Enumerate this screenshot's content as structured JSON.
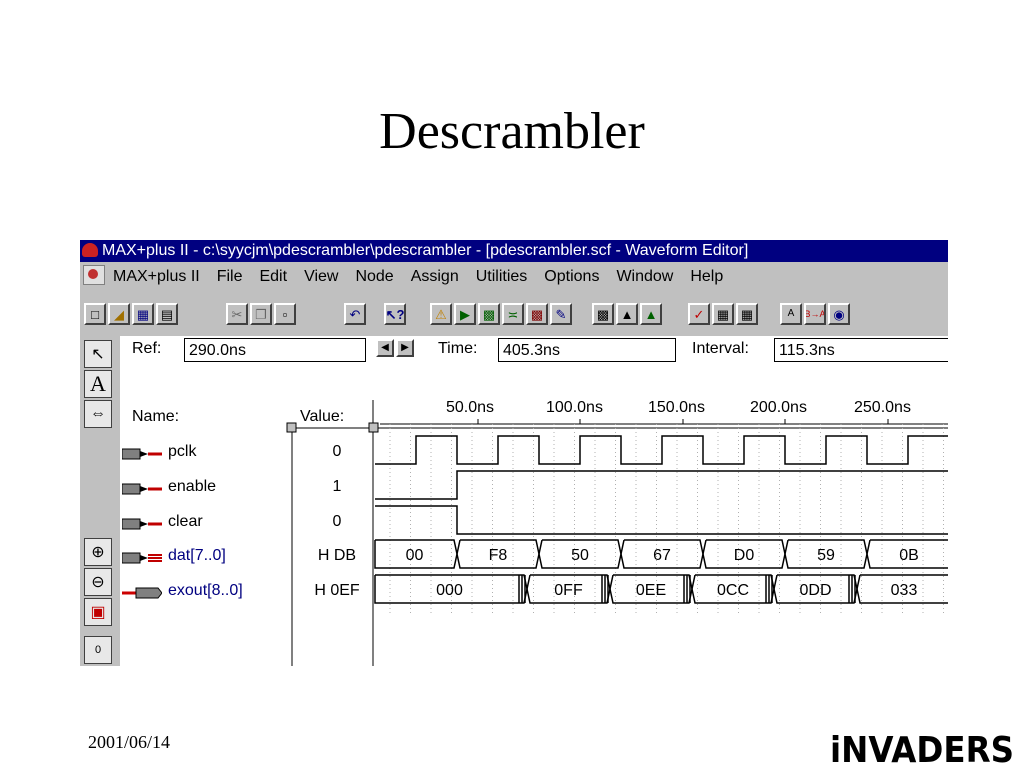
{
  "slide": {
    "title": "Descrambler",
    "date": "2001/06/14",
    "logo_text": "iNVADERS"
  },
  "window": {
    "title": "MAX+plus II - c:\\syycjm\\pdescrambler\\pdescrambler - [pdescrambler.scf - Waveform Editor]",
    "menu": [
      "MAX+plus II",
      "File",
      "Edit",
      "View",
      "Node",
      "Assign",
      "Utilities",
      "Options",
      "Window",
      "Help"
    ],
    "toolbar": [
      "new",
      "open",
      "save",
      "print",
      "cut",
      "copy",
      "paste",
      "undo",
      "context-help",
      "compile",
      "timing",
      "simulate",
      "waveform",
      "floorplan",
      "delay",
      "hierarchy-up",
      "project-save",
      "save-check",
      "save-compile",
      "save-simulate",
      "program",
      "bit-stream",
      "assign-a",
      "assign-ba",
      "probe"
    ]
  },
  "editor": {
    "ref_label": "Ref:",
    "ref_value": "290.0ns",
    "time_label": "Time:",
    "time_value": "405.3ns",
    "interval_label": "Interval:",
    "interval_value": "115.3ns",
    "name_header": "Name:",
    "value_header": "Value:",
    "time_ticks": [
      "50.0ns",
      "100.0ns",
      "150.0ns",
      "200.0ns",
      "250.0ns"
    ]
  },
  "signals": [
    {
      "name": "pclk",
      "value": "0",
      "type": "input"
    },
    {
      "name": "enable",
      "value": "1",
      "type": "input"
    },
    {
      "name": "clear",
      "value": "0",
      "type": "input"
    },
    {
      "name": "dat[7..0]",
      "value": "H DB",
      "type": "bus-input"
    },
    {
      "name": "exout[8..0]",
      "value": "H 0EF",
      "type": "bus-output"
    }
  ],
  "bus_values": {
    "dat": [
      "00",
      "F8",
      "50",
      "67",
      "D0",
      "59",
      "0B"
    ],
    "exout": [
      "000",
      "0FF",
      "0EE",
      "0CC",
      "0DD",
      "033"
    ]
  },
  "colors": {
    "title_bar": "#000080",
    "window_face": "#c0c0c0",
    "signal_text": "#000080",
    "output_arrow": "#cc0000"
  }
}
